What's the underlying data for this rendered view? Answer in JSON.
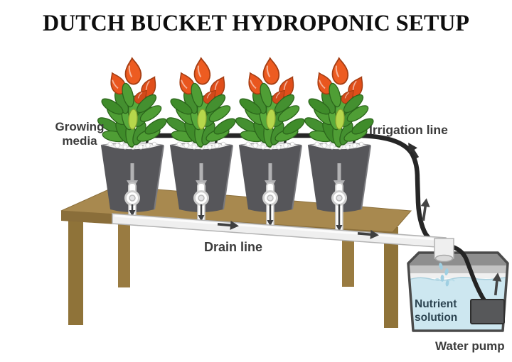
{
  "title": "DUTCH BUCKET HYDROPONIC SETUP",
  "labels": {
    "growing_media_line1": "Growing",
    "growing_media_line2": "media",
    "irrigation_line": "Irrigation line",
    "drain_line": "Drain line",
    "nutrient_line1": "Nutrient",
    "nutrient_line2": "solution",
    "water_pump": "Water pump"
  },
  "diagram": {
    "type": "illustration",
    "bucket_count": 4,
    "plant_per_bucket": "pepper plant with red chilies",
    "components": [
      "growing media buckets",
      "irrigation line",
      "drain line",
      "nutrient solution reservoir",
      "water pump",
      "table"
    ],
    "icons": {
      "flow-down-arrow": "↓",
      "flow-right-arrow": "→",
      "flow-up-arrow": "↑",
      "pointer-arrow": "↖"
    },
    "colors": {
      "title_text": "#0d0d0d",
      "label_text": "#3b3b3b",
      "nutrient_text": "#2d4552",
      "bucket": "#56565a",
      "bucket_arrow": "#b2b2b4",
      "growing_media": "#f3f3f3",
      "table_top": "#a8894f",
      "table_front": "#8a6e3a",
      "irrigation_tube": "#262626",
      "drain_pipe": "#efefef",
      "water": "#cde7f0",
      "pump": "#57585a",
      "leaf": "#4f9e35",
      "pepper": "#e9561e"
    }
  }
}
